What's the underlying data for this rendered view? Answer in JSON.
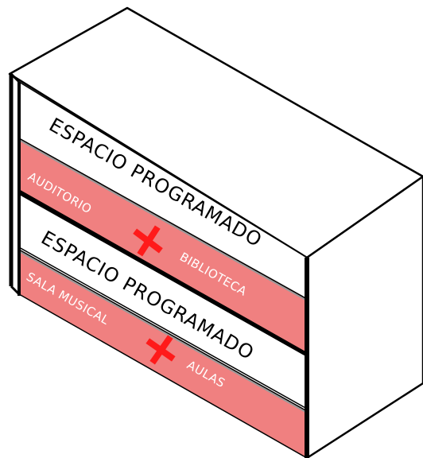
{
  "colors": {
    "background": "#ffffff",
    "outline": "#000000",
    "slab_white": "#ffffff",
    "slab_red": "#f08080",
    "divider_gray": "#9a9a9a",
    "room_text": "#ffffff",
    "cross": "#ff1a1a"
  },
  "levels": [
    {
      "programmed_label": "ESPACIO PROGRAMADO",
      "room_left": "AUDITORIO",
      "room_right": "BIBLIOTECA",
      "separator_icon": "red-x-icon"
    },
    {
      "programmed_label": "ESPACIO PROGRAMADO",
      "room_left": "SALA MUSICAL",
      "room_right": "AULAS",
      "separator_icon": "red-x-icon"
    }
  ]
}
